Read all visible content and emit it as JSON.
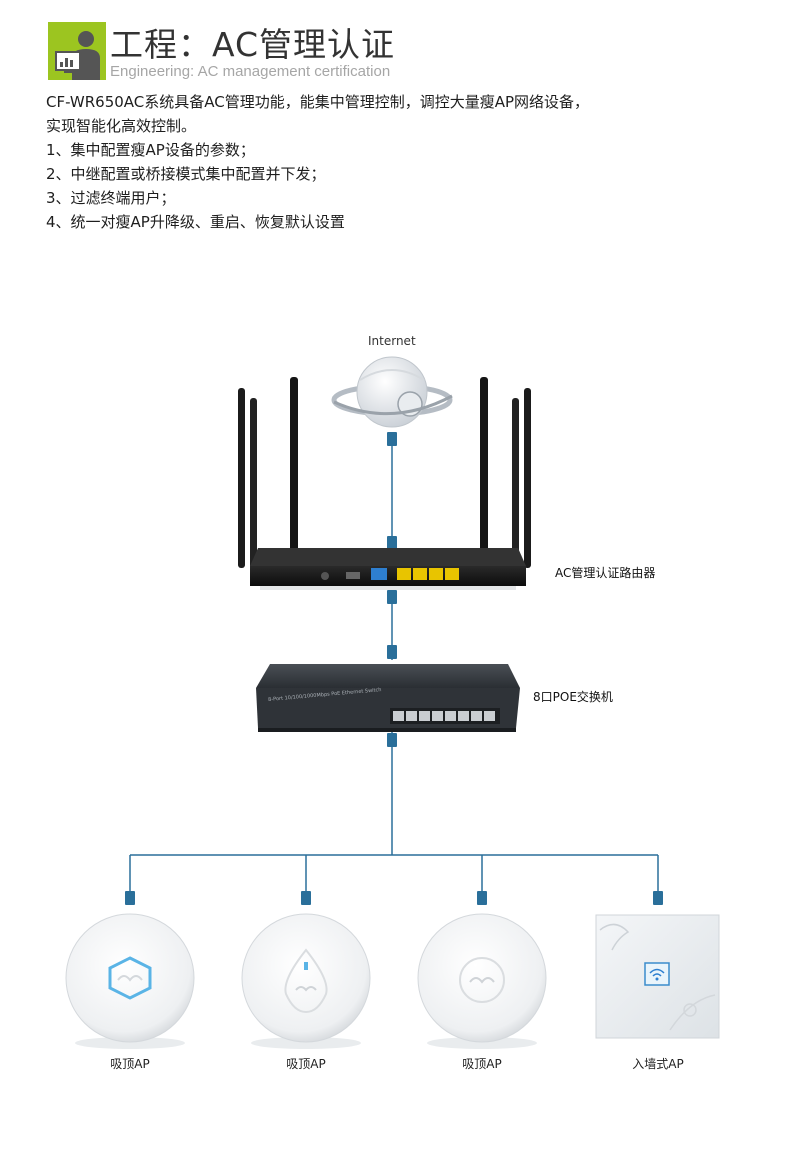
{
  "header": {
    "title": "工程：AC管理认证",
    "subtitle": "Engineering: AC management certification"
  },
  "description": {
    "intro_line1": "CF-WR650AC系统具备AC管理功能，能集中管理控制，调控大量瘦AP网络设备，",
    "intro_line2": "实现智能化高效控制。",
    "items": [
      "1、集中配置瘦AP设备的参数；",
      "2、中继配置或桥接模式集中配置并下发；",
      "3、过滤终端用户；",
      "4、统一对瘦AP升降级、重启、恢复默认设置"
    ]
  },
  "diagram": {
    "internet_label": "Internet",
    "router_label": "AC管理认证路由器",
    "switch_label": "8口POE交换机",
    "switch_panel_text": "8-Port 10/100/1000Mbps PoE Ethernet Switch",
    "ap_labels": [
      "吸顶AP",
      "吸顶AP",
      "吸顶AP",
      "入墙式AP"
    ],
    "cable_color": "#2a6f9a",
    "port_yellow": "#e8c400",
    "port_blue": "#2e7fd0"
  }
}
